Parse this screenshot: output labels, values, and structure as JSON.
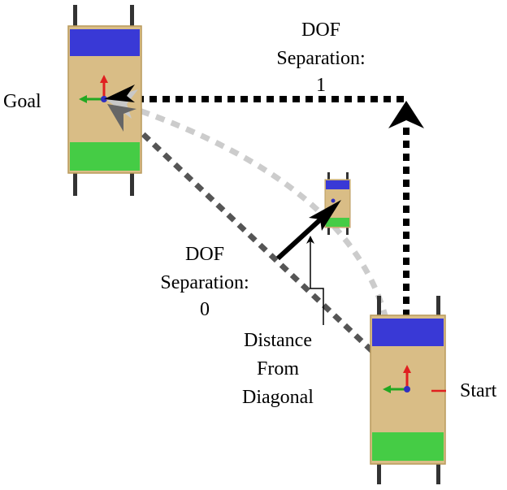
{
  "labels": {
    "goal": "Goal",
    "start": "Start",
    "dof_top_line1": "DOF",
    "dof_top_line2": "Separation:",
    "dof_top_value": "1",
    "dof_mid_line1": "DOF",
    "dof_mid_line2": "Separation:",
    "dof_mid_value": "0",
    "distance_line1": "Distance",
    "distance_line2": "From",
    "distance_line3": "Diagonal"
  },
  "colors": {
    "robot_body": "#d9bd86",
    "robot_edge": "#b99a5c",
    "front_panel": "#3939d6",
    "rear_panel": "#45cc45",
    "axis_x": "#e02020",
    "axis_y": "#22a822",
    "axis_origin": "#3030c0",
    "wheel": "#333333",
    "path_dark": "#555555",
    "path_light": "#cccccc",
    "path_black": "#000000"
  },
  "icons": {
    "robot": "wheeled-robot-icon",
    "axes": "coordinate-axes-icon"
  }
}
